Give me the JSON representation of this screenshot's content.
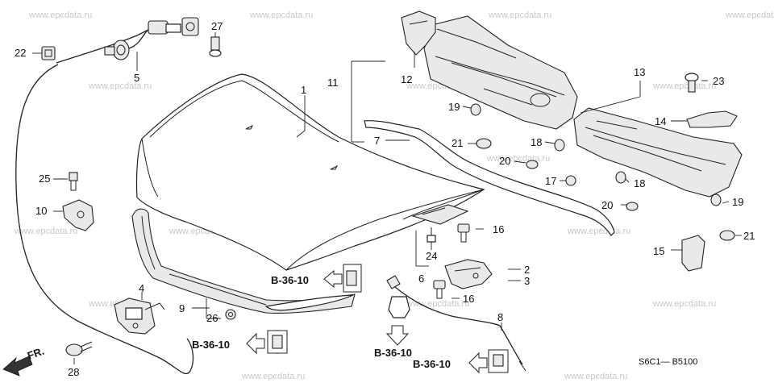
{
  "watermark": "www.epcdata.ru",
  "diagram_code": "S6C1— B5100",
  "direction_label": "FR.",
  "reference_label": "B-36-10",
  "callouts": {
    "c1": "1",
    "c2": "2",
    "c3": "3",
    "c4": "4",
    "c5": "5",
    "c6": "6",
    "c7": "7",
    "c8": "8",
    "c9": "9",
    "c10": "10",
    "c11": "11",
    "c12": "12",
    "c13": "13",
    "c14": "14",
    "c15": "15",
    "c16a": "16",
    "c16b": "16",
    "c17": "17",
    "c18a": "18",
    "c18b": "18",
    "c19a": "19",
    "c19b": "19",
    "c20a": "20",
    "c20b": "20",
    "c21a": "21",
    "c21b": "21",
    "c22": "22",
    "c23": "23",
    "c24": "24",
    "c25": "25",
    "c26": "26",
    "c27": "27",
    "c28": "28"
  }
}
